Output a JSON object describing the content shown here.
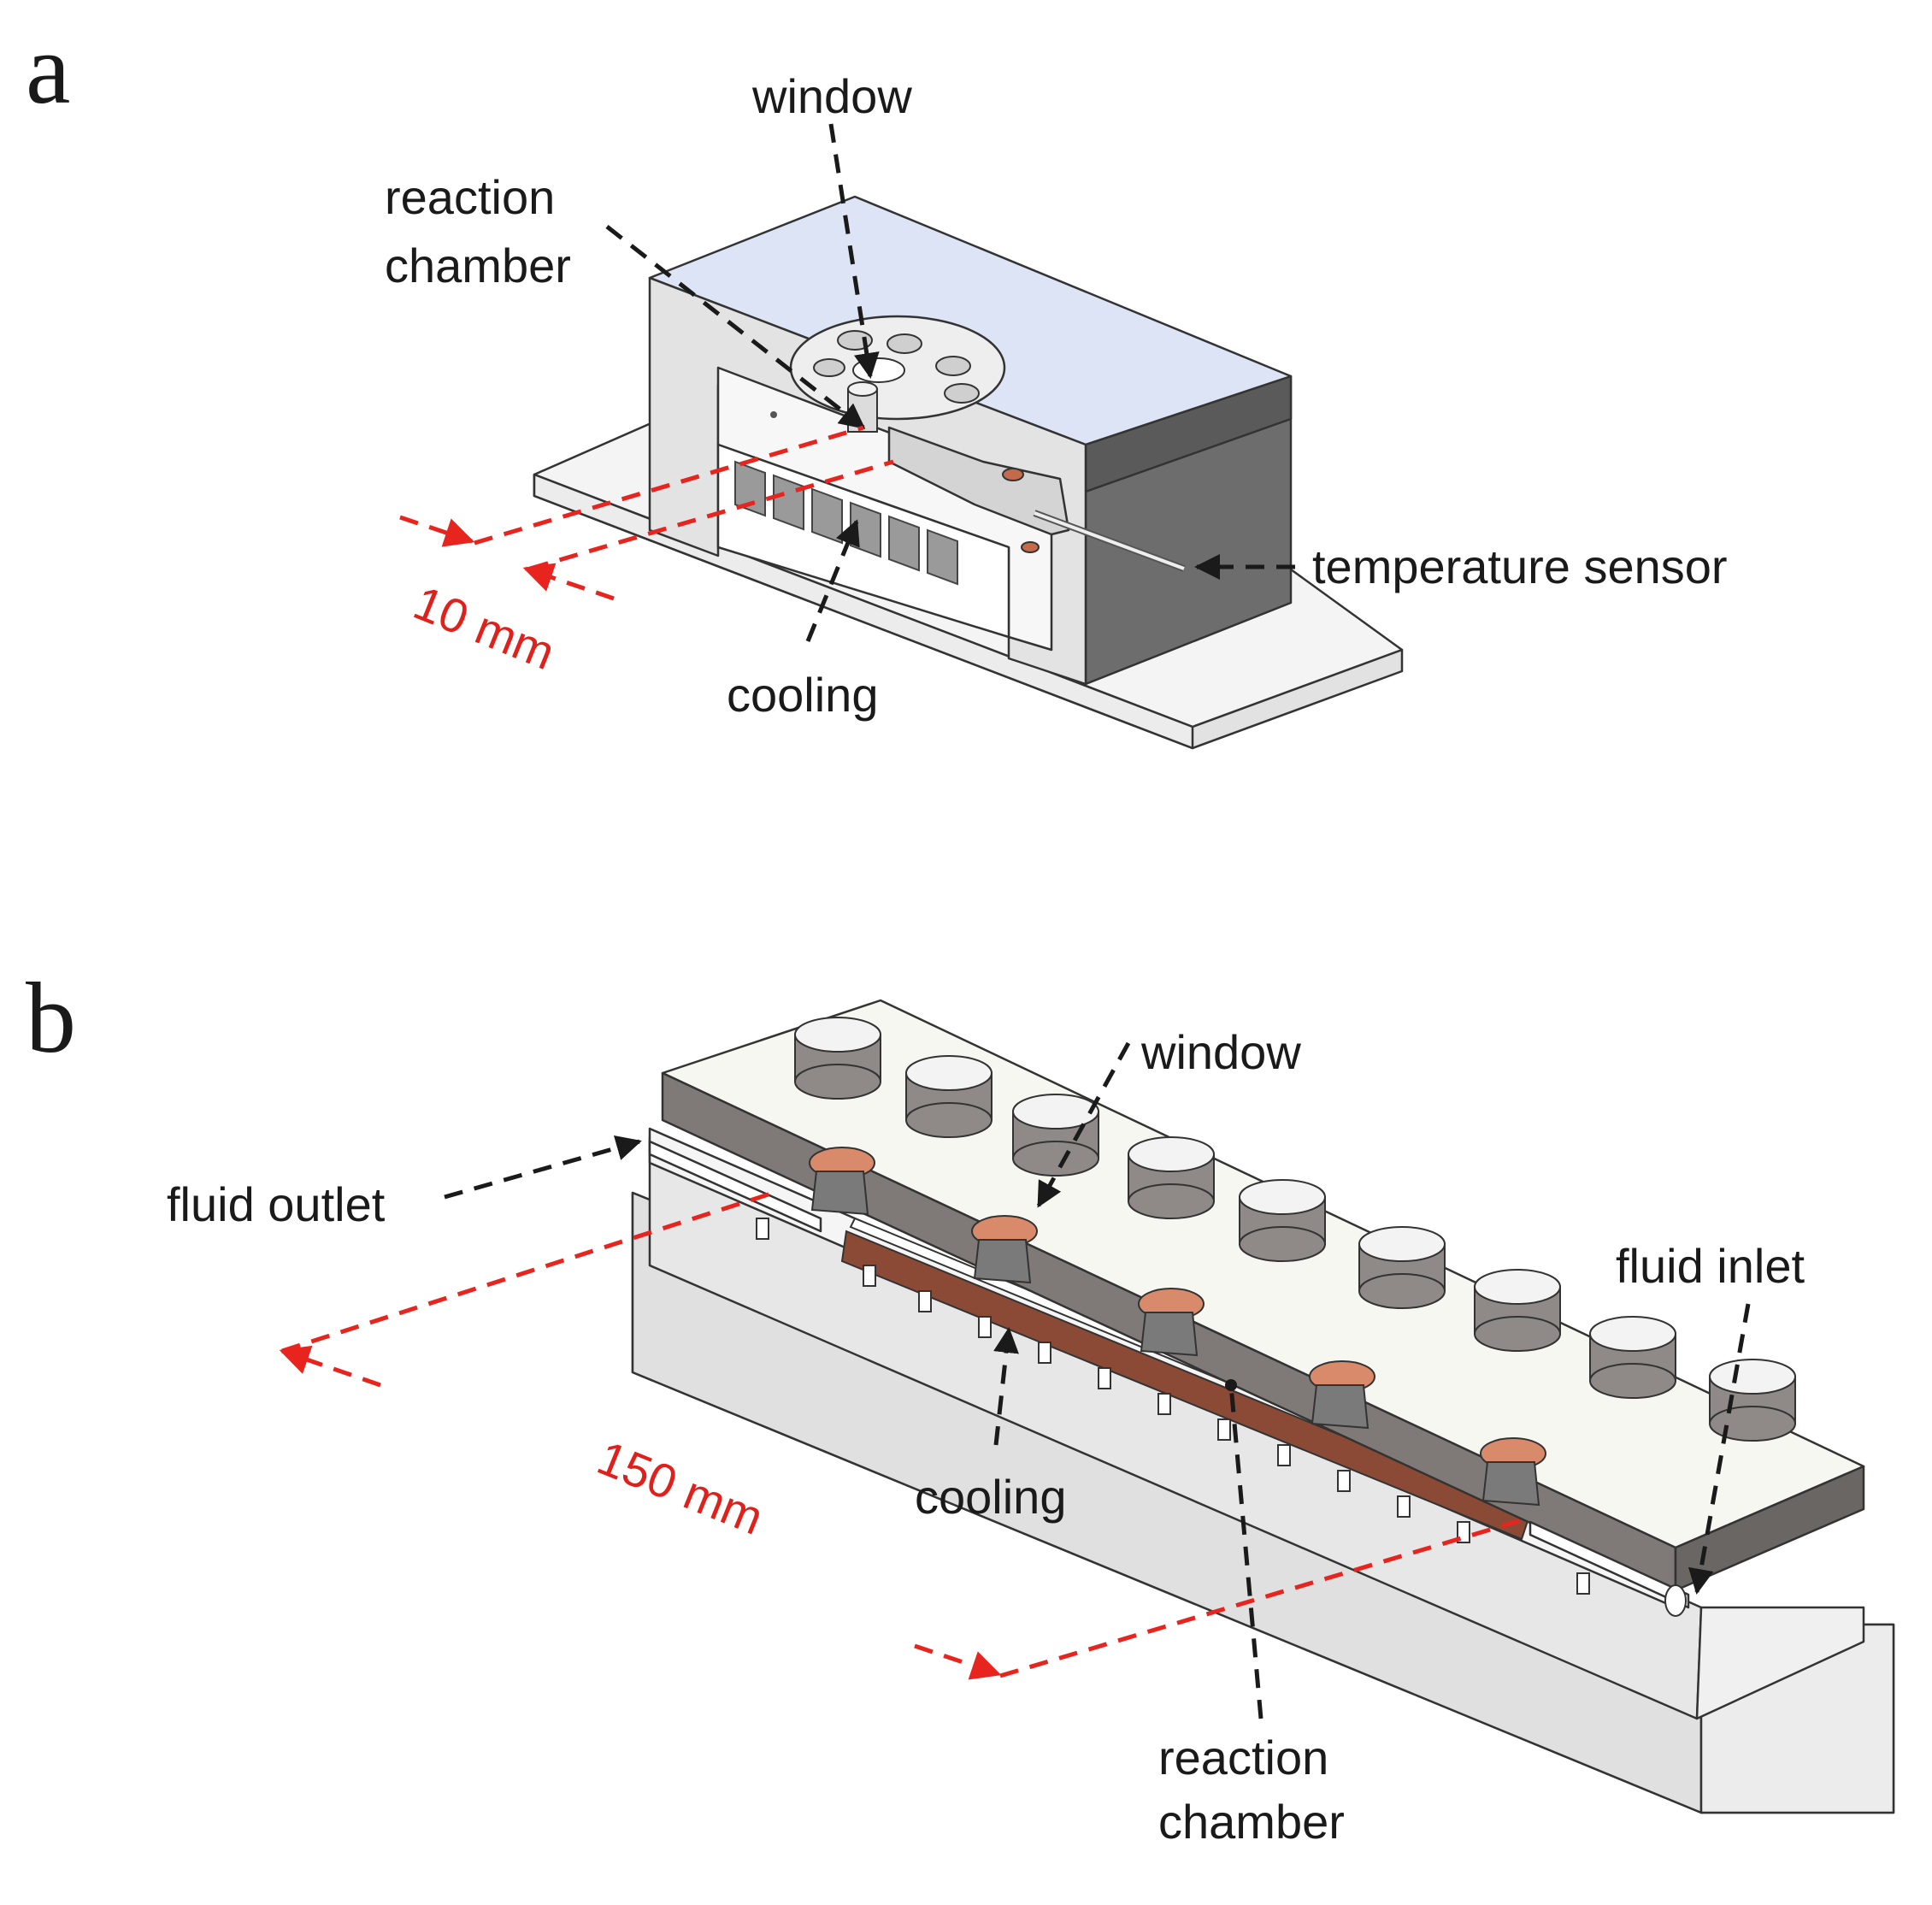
{
  "panel_a": {
    "letter": "a",
    "labels": {
      "window": "window",
      "reaction_chamber_line1": "reaction",
      "reaction_chamber_line2": "chamber",
      "temperature_sensor": "temperature sensor",
      "cooling": "cooling",
      "scale": "10 mm"
    }
  },
  "panel_b": {
    "letter": "b",
    "labels": {
      "window": "window",
      "fluid_outlet": "fluid outlet",
      "fluid_inlet": "fluid inlet",
      "cooling": "cooling",
      "reaction_chamber_line1": "reaction",
      "reaction_chamber_line2": "chamber",
      "scale": "150 mm"
    }
  },
  "colors": {
    "leader": "#1a1a1a",
    "dimension": "#e8241e",
    "copper": "#8b4a35",
    "top_plate": "#dde4f6"
  }
}
